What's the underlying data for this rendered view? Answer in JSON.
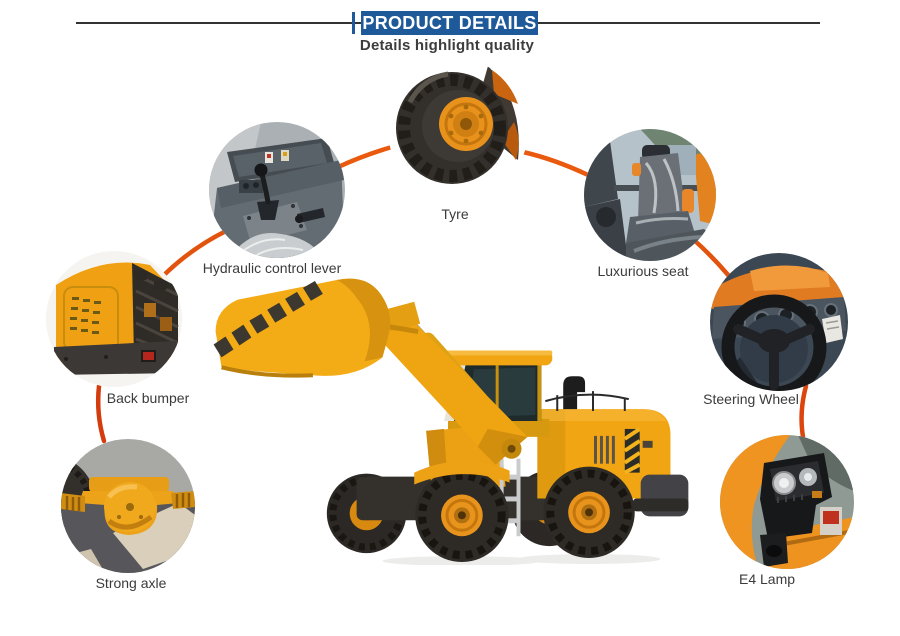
{
  "header": {
    "title": "PRODUCT DETAILS",
    "subtitle": "Details highlight quality",
    "accent_color": "#1e5a99",
    "rule_color": "#333333"
  },
  "connector": {
    "color": "#e2540e"
  },
  "product_colors": {
    "body_yellow": "#f2a513",
    "rim_orange": "#e8941c",
    "tire_black": "#2e2a26"
  },
  "features": [
    {
      "id": "tyre",
      "label": "Tyre"
    },
    {
      "id": "hydraulic-control-lever",
      "label": "Hydraulic control lever"
    },
    {
      "id": "luxurious-seat",
      "label": "Luxurious seat"
    },
    {
      "id": "back-bumper",
      "label": "Back bumper"
    },
    {
      "id": "steering-wheel",
      "label": "Steering Wheel"
    },
    {
      "id": "strong-axle",
      "label": "Strong axle"
    },
    {
      "id": "e4-lamp",
      "label": "E4 Lamp"
    }
  ]
}
